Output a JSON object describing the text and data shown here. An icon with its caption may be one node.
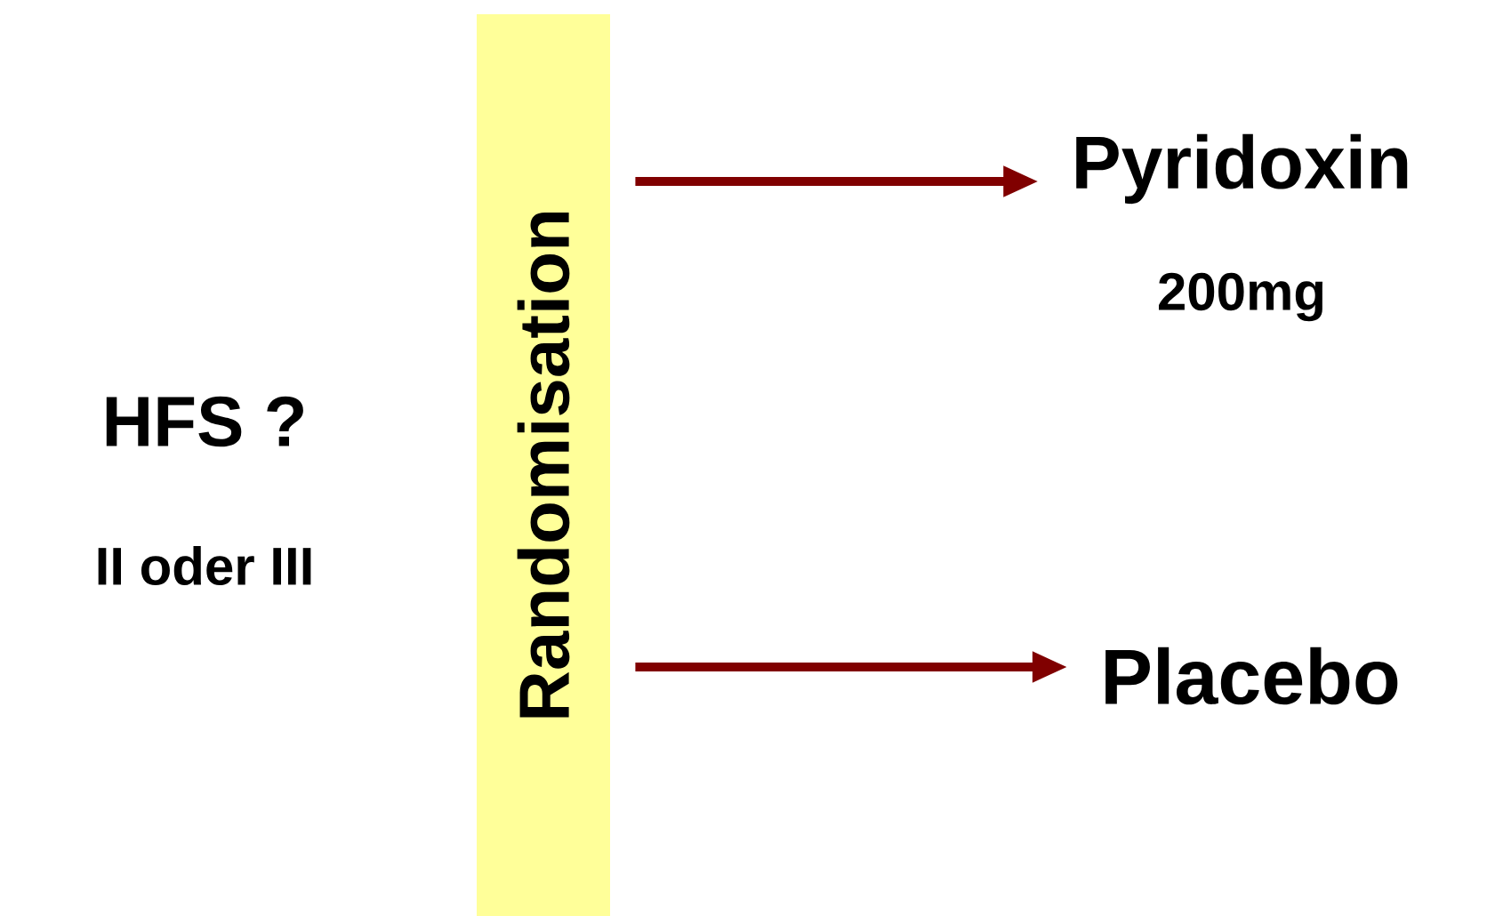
{
  "diagram": {
    "nodes": [
      {
        "text": [
          "Randomisation"
        ]
      },
      {
        "text": [
          "Pyridoxin"
        ],
        "beside": [
          "200mg"
        ]
      },
      {
        "text": [
          "Placebo"
        ]
      }
    ],
    "edges": [
      {
        "from": 0,
        "to": 1,
        "arrow": "to"
      },
      {
        "from": 0,
        "to": 2,
        "arrow": "to"
      }
    ],
    "labels": [
      "HFS ?",
      "II oder III"
    ]
  }
}
